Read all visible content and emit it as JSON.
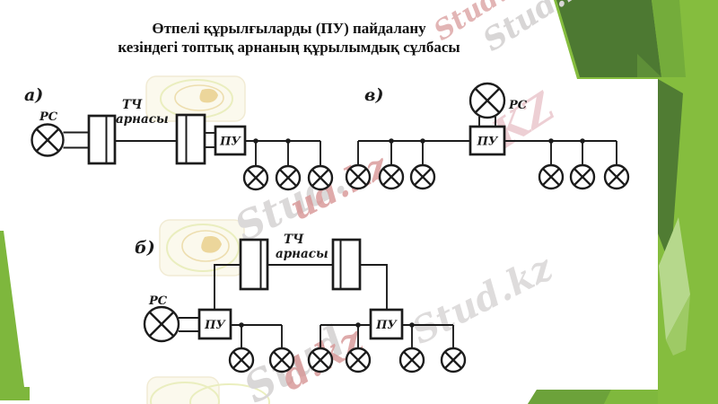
{
  "slide": {
    "title": {
      "line1": "Өтпелі құрылғыларды (ПУ) пайдалану",
      "line2": "кезіндегі топтық арнаның құрылымдық сұлбасы"
    }
  },
  "watermark": {
    "brand": "Stud.kz",
    "fragment_stud_dot": "Stud.",
    "fragment_stud": "Stud",
    "fragment_ud_kz": "ud.kz",
    "fragment_d_kz": "d.kz",
    "fragment_kz_caps": "KZ"
  },
  "colors": {
    "line": "#1c1c1c",
    "green_bright": "#85BD3E",
    "green_dark_top": "#4D7932",
    "green_dark_sliver": "#507C33",
    "green_mid": "#6CA23A",
    "green_mid2": "#7FB83D",
    "green_facet": "#74AC3B",
    "green_light": "#B6D88C",
    "green_left_wedge": "#7EB73D",
    "watermark_gray": "#d9d7d7",
    "watermark_red": "#d89898",
    "watermark_pink": "#eccad0"
  },
  "diagrams": {
    "a": {
      "label": "а)",
      "source_label": "РС",
      "channel_label": [
        "ТЧ",
        "арнасы"
      ],
      "device_label": "ПУ",
      "subscriber_count": 3
    },
    "b": {
      "label": "б)",
      "source_label": "РС",
      "channel_label": [
        "ТЧ",
        "арнасы"
      ],
      "device_label": "ПУ",
      "device_count": 2,
      "subscriber_count": 6
    },
    "v": {
      "label": "в)",
      "source_label": "РС",
      "device_label": "ПУ",
      "subscriber_count": 6
    }
  }
}
